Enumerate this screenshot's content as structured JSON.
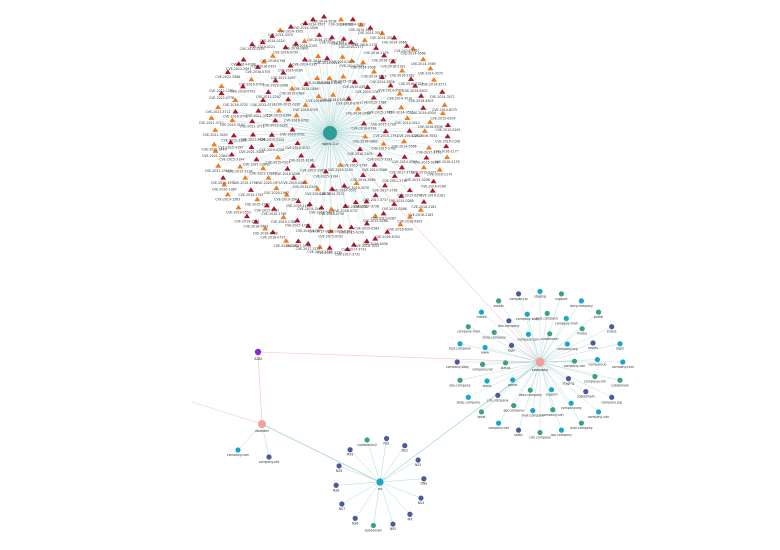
{
  "colors": {
    "background": "#ffffff",
    "edge_teal": "#8fc7c5",
    "edge_pink": "#f2a6b0",
    "edge_light": "#cfe3e2",
    "hub_teal": "#2e9c98",
    "hub_salmon": "#f4a09a",
    "vuln_red": "#b0162a",
    "vuln_orange": "#f27b1e",
    "node_cyan": "#1aa6c9",
    "node_green": "#3aa37a",
    "node_navy": "#4a5a9a",
    "node_purple": "#8a2ad6"
  },
  "hubs": [
    {
      "id": "cve-hub",
      "label": "nginx-1.x"
    },
    {
      "id": "company-hub",
      "label": "company"
    },
    {
      "id": "domain-hub",
      "label": "domain"
    },
    {
      "id": "ns-hub",
      "label": "ns"
    },
    {
      "id": "purple-node",
      "label": "ASN"
    }
  ],
  "cve_labels": [
    "CVE-2016-2108",
    "CVE-2016-2177",
    "CVE-2016-2178",
    "CVE-2016-2179",
    "CVE-2016-2180",
    "CVE-2016-2181",
    "CVE-2016-2182",
    "CVE-2016-2183",
    "CVE-2016-6302",
    "CVE-2016-6303",
    "CVE-2016-6304",
    "CVE-2016-6306",
    "CVE-2016-7052",
    "CVE-2017-3731",
    "CVE-2017-3732",
    "CVE-2017-3735",
    "CVE-2017-3736",
    "CVE-2017-3737",
    "CVE-2017-3738",
    "CVE-2018-0732",
    "CVE-2018-0737",
    "CVE-2018-0739",
    "CVE-2018-5407",
    "CVE-2019-1547",
    "CVE-2019-1551",
    "CVE-2019-1563",
    "CVE-2020-1967",
    "CVE-2020-1971",
    "CVE-2021-23840",
    "CVE-2021-23841",
    "CVE-2021-3449",
    "CVE-2021-3450",
    "CVE-2021-3711",
    "CVE-2021-3712",
    "CVE-2022-0778",
    "CVE-2022-1292",
    "CVE-2022-2068",
    "CVE-2022-2097",
    "CVE-2014-0160",
    "CVE-2014-0195",
    "CVE-2014-0221",
    "CVE-2014-0224",
    "CVE-2014-3470",
    "CVE-2014-3505",
    "CVE-2014-3506",
    "CVE-2014-3507",
    "CVE-2014-3508",
    "CVE-2014-3509",
    "CVE-2014-3510",
    "CVE-2014-3511",
    "CVE-2014-3512",
    "CVE-2014-3513",
    "CVE-2014-3566",
    "CVE-2014-3567",
    "CVE-2014-3568",
    "CVE-2014-3569",
    "CVE-2014-3570",
    "CVE-2014-3571",
    "CVE-2014-3572",
    "CVE-2014-8275",
    "CVE-2015-0204",
    "CVE-2015-0205",
    "CVE-2015-0206",
    "CVE-2015-0207",
    "CVE-2015-0208",
    "CVE-2015-0209",
    "CVE-2015-0285",
    "CVE-2015-0286",
    "CVE-2015-0287",
    "CVE-2015-0288",
    "CVE-2015-0289",
    "CVE-2015-0290",
    "CVE-2015-0291",
    "CVE-2015-0292",
    "CVE-2015-0293",
    "CVE-2015-1787",
    "CVE-2015-1788",
    "CVE-2015-1789",
    "CVE-2015-1790",
    "CVE-2015-1791",
    "CVE-2015-1792",
    "CVE-2015-1793",
    "CVE-2015-1794",
    "CVE-2015-3193",
    "CVE-2015-3194",
    "CVE-2015-3195",
    "CVE-2015-3196",
    "CVE-2015-3197",
    "CVE-2016-0701",
    "CVE-2016-0702",
    "CVE-2016-0703",
    "CVE-2016-0704",
    "CVE-2016-0705",
    "CVE-2016-0797",
    "CVE-2016-0798",
    "CVE-2016-0799",
    "CVE-2016-0800",
    "CVE-2016-2105",
    "CVE-2016-2106",
    "CVE-2016-2107"
  ],
  "company_labels": [
    "company.com",
    "subdomain",
    "company.org",
    "company-cdn",
    "mail.company",
    "api.company",
    "cdn.company",
    "static",
    "company.net",
    "www",
    "shop.company",
    "dev.company",
    "company-blog",
    "test.company",
    "company-mail",
    "media",
    "assets",
    "company.io",
    "staging",
    "support",
    "docs.company",
    "portal",
    "status",
    "login"
  ],
  "domain_labels": [
    "company.com",
    "company.net"
  ],
  "ns_labels": [
    "NS1",
    "NS2",
    "NS3",
    "DNS",
    "NS4",
    "MX",
    "NS5",
    "subdomain",
    "NS6",
    "NS7",
    "NS8",
    "NS9",
    "MX2",
    "subdomain2"
  ]
}
